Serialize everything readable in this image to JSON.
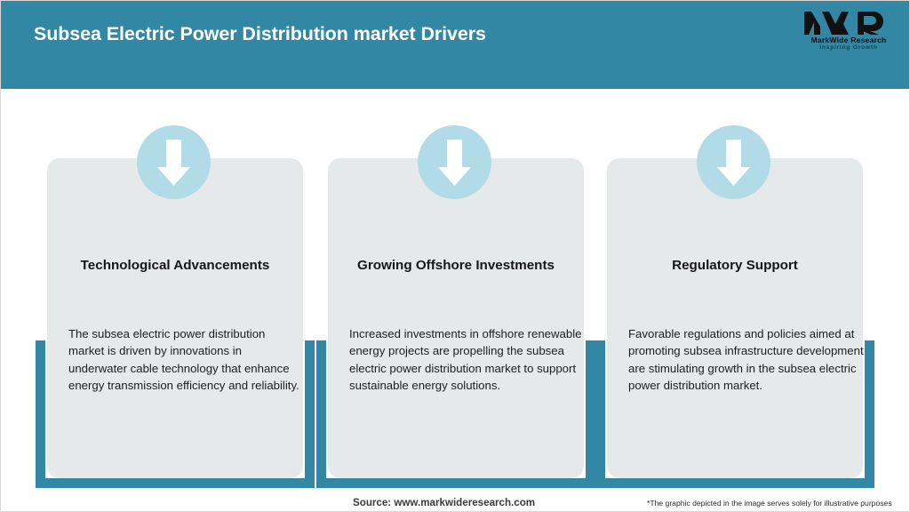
{
  "header": {
    "title": "Subsea Electric Power Distribution market Drivers",
    "background_color": "#3287a5",
    "title_color": "#ffffff"
  },
  "logo": {
    "mark_text": "MWR",
    "company_name": "MarkWide Research",
    "tagline": "Inspiring Growth"
  },
  "cards": [
    {
      "icon": "down-arrow-icon",
      "title": "Technological Advancements",
      "body": "The subsea electric power distribution market is driven by innovations in underwater cable technology that enhance energy transmission efficiency and reliability."
    },
    {
      "icon": "down-arrow-icon",
      "title": "Growing Offshore Investments",
      "body": "Increased investments in offshore renewable energy projects are propelling the subsea electric power distribution market to support sustainable energy solutions."
    },
    {
      "icon": "down-arrow-icon",
      "title": "Regulatory Support",
      "body": "Favorable regulations and policies aimed at promoting subsea infrastructure development are stimulating growth in the subsea electric power distribution market."
    }
  ],
  "footer": {
    "source": "Source: www.markwideresearch.com",
    "note": "*The graphic depicted in the image serves solely for illustrative purposes"
  },
  "colors": {
    "teal": "#3287a5",
    "circle_blue": "#b2dbe8",
    "panel_gray": "#e6e9ea",
    "page_background": "#ffffff"
  }
}
